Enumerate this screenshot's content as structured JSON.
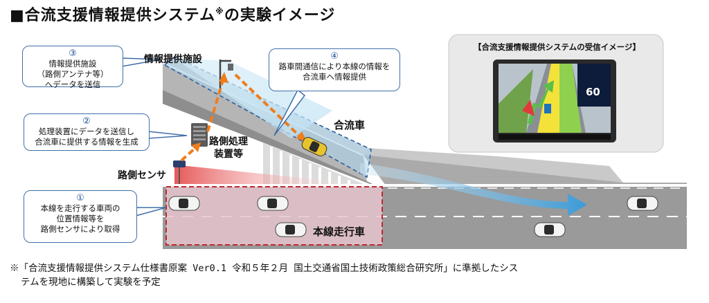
{
  "title": {
    "main": "■合流支援情報提供システム",
    "mark": "※",
    "suffix": "の実験イメージ"
  },
  "callouts": [
    {
      "num": "③",
      "lines": [
        "情報提供施設",
        "（路側アンテナ等）",
        "へデータを送信"
      ]
    },
    {
      "num": "②",
      "lines": [
        "処理装置にデータを送信し",
        "合流車に提供する情報を生成"
      ]
    },
    {
      "num": "①",
      "lines": [
        "本線を走行する車両の",
        "位置情報等を",
        "路側センサにより取得"
      ]
    },
    {
      "num": "④",
      "lines": [
        "路車間通信により本線の情報を",
        "合流車へ情報提供"
      ]
    }
  ],
  "labels": {
    "facility": "情報提供施設",
    "processor_line1": "路側処理",
    "processor_line2": "装置等",
    "sensor": "路側センサ",
    "merging_car": "合流車",
    "mainline_car": "本線走行車"
  },
  "screen": {
    "title": "【合流支援情報提供システムの受信イメージ】",
    "speed": "60",
    "accent": "#1e73be"
  },
  "footnote": {
    "line1": "※「合流支援情報提供システム仕様書原案 Ver0.1 令和５年２月 国土交通省国土技術政策総合研究所」に準拠したシス",
    "line2": "テムを現地に構築して実験を予定"
  },
  "colors": {
    "road": "#9a9a9a",
    "zone_fill": "#e8c9d0",
    "zone_border": "#c0262f",
    "arrow_orange": "#f07d1a",
    "arrow_blue": "#4aa6de",
    "callout_border": "#3f6fa8"
  }
}
